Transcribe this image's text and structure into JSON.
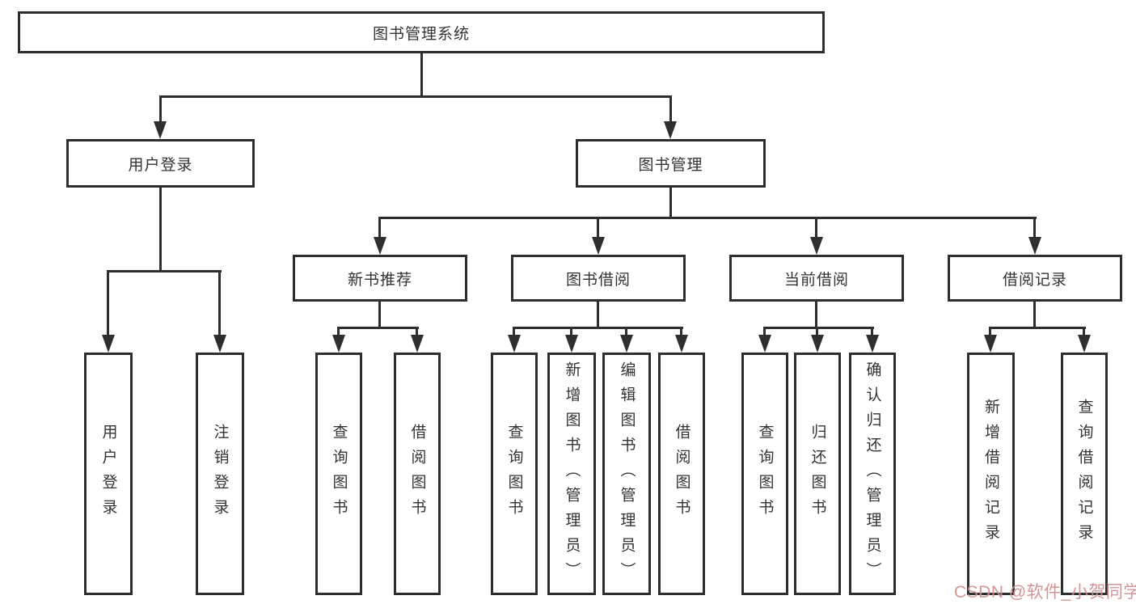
{
  "diagram": {
    "root": {
      "label": "图书管理系统",
      "children": [
        {
          "label": "用户登录",
          "children": [
            {
              "label": "用户登录"
            },
            {
              "label": "注销登录"
            }
          ]
        },
        {
          "label": "图书管理",
          "children": [
            {
              "label": "新书推荐",
              "children": [
                {
                  "label": "查询图书"
                },
                {
                  "label": "借阅图书"
                }
              ]
            },
            {
              "label": "图书借阅",
              "children": [
                {
                  "label": "查询图书"
                },
                {
                  "label": "新增图书（管理员）"
                },
                {
                  "label": "编辑图书（管理员）"
                },
                {
                  "label": "借阅图书"
                }
              ]
            },
            {
              "label": "当前借阅",
              "children": [
                {
                  "label": "查询图书"
                },
                {
                  "label": "归还图书"
                },
                {
                  "label": "确认归还（管理员）"
                }
              ]
            },
            {
              "label": "借阅记录",
              "children": [
                {
                  "label": "新增借阅记录"
                },
                {
                  "label": "查询借阅记录"
                }
              ]
            }
          ]
        }
      ]
    }
  },
  "watermark": {
    "text": "CSDN @软件_小贺同学",
    "color": "#c67878"
  },
  "colors": {
    "line": "#2e2e2e",
    "box_border": "#2e2e2e",
    "text": "#333333",
    "background": "#ffffff"
  }
}
